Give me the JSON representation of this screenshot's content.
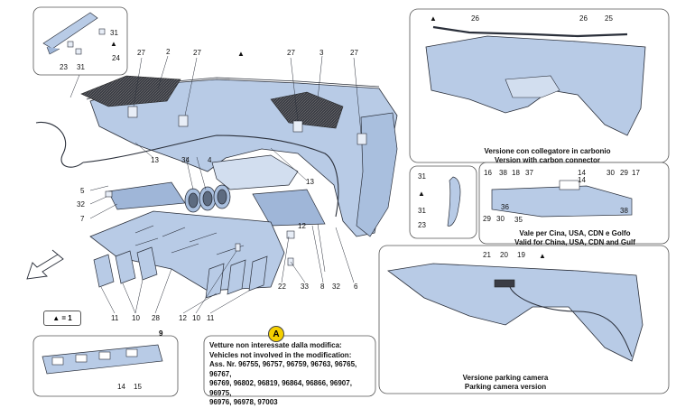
{
  "page_number": "9",
  "legend_text": "▲ = 1",
  "note_letter": "A",
  "note_lines": [
    "Vetture non interessate dalla modifica:",
    "Vehicles not involved in the modification:",
    "Ass. Nr. 96755, 96757, 96759, 96763, 96765, 96767,",
    "96769, 96802, 96819, 96864, 96866, 96907, 96975,",
    "96976, 96978, 97003"
  ],
  "captions": {
    "carbon_it": "Versione con collegatore in carbonio",
    "carbon_en": "Version with carbon connector",
    "china_it": "Vale per Cina, USA, CDN e Golfo",
    "china_en": "Valid for China, USA, CDN and Gulf",
    "camera_it": "Versione parking camera",
    "camera_en": "Parking camera version"
  },
  "labels": {
    "main": [
      "27",
      "2",
      "27",
      "▲",
      "27",
      "3",
      "27",
      "13",
      "34",
      "4",
      "13",
      "5",
      "32",
      "7",
      "12",
      "22",
      "33",
      "8",
      "32",
      "6",
      "11",
      "10",
      "28",
      "12",
      "10",
      "11"
    ],
    "inset_top_left": [
      "31",
      "▲",
      "24",
      "23",
      "31"
    ],
    "inset_carbon": [
      "▲",
      "26",
      "26",
      "25"
    ],
    "inset_side": [
      "31",
      "▲",
      "31",
      "23"
    ],
    "inset_china": [
      "16",
      "38",
      "18",
      "37",
      "14",
      "29",
      "30",
      "36",
      "35",
      "14",
      "29",
      "30",
      "38",
      "17"
    ],
    "inset_camera": [
      "21",
      "20",
      "19",
      "▲"
    ],
    "inset_bottom": [
      "14",
      "15"
    ]
  },
  "colors": {
    "part_fill": "#b8cbe6",
    "part_stroke": "#2a2f3a",
    "dark_part": "#3a3c44",
    "note_circle": "#f5d000"
  }
}
